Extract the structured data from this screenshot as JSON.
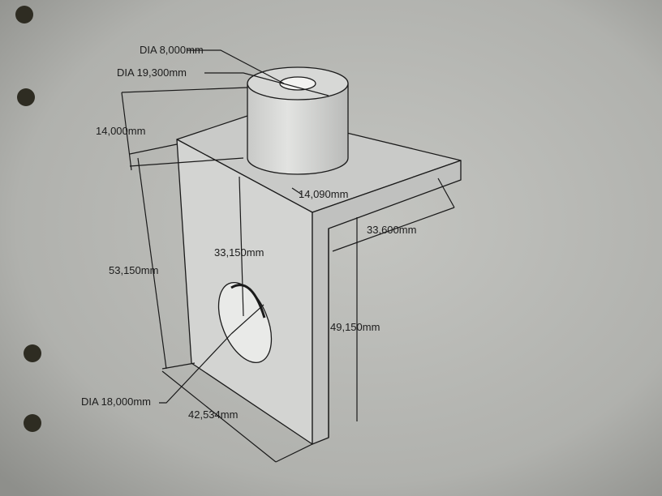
{
  "drawing": {
    "labels": {
      "dia_small": "DIA 8,000mm",
      "dia_boss": "DIA 19,300mm",
      "boss_height": "14,000mm",
      "slab_thickness": "14,090mm",
      "depth": "33,600mm",
      "hole_height": "33,150mm",
      "total_height": "53,150mm",
      "body_height": "49,150mm",
      "dia_hole": "DIA 18,000mm",
      "width": "42,534mm"
    }
  },
  "colors": {
    "paper": "#b5b6b2",
    "part_face_light": "#d6d7d5",
    "part_face_mid": "#c4c5c3",
    "ink": "#1a1a1a"
  }
}
